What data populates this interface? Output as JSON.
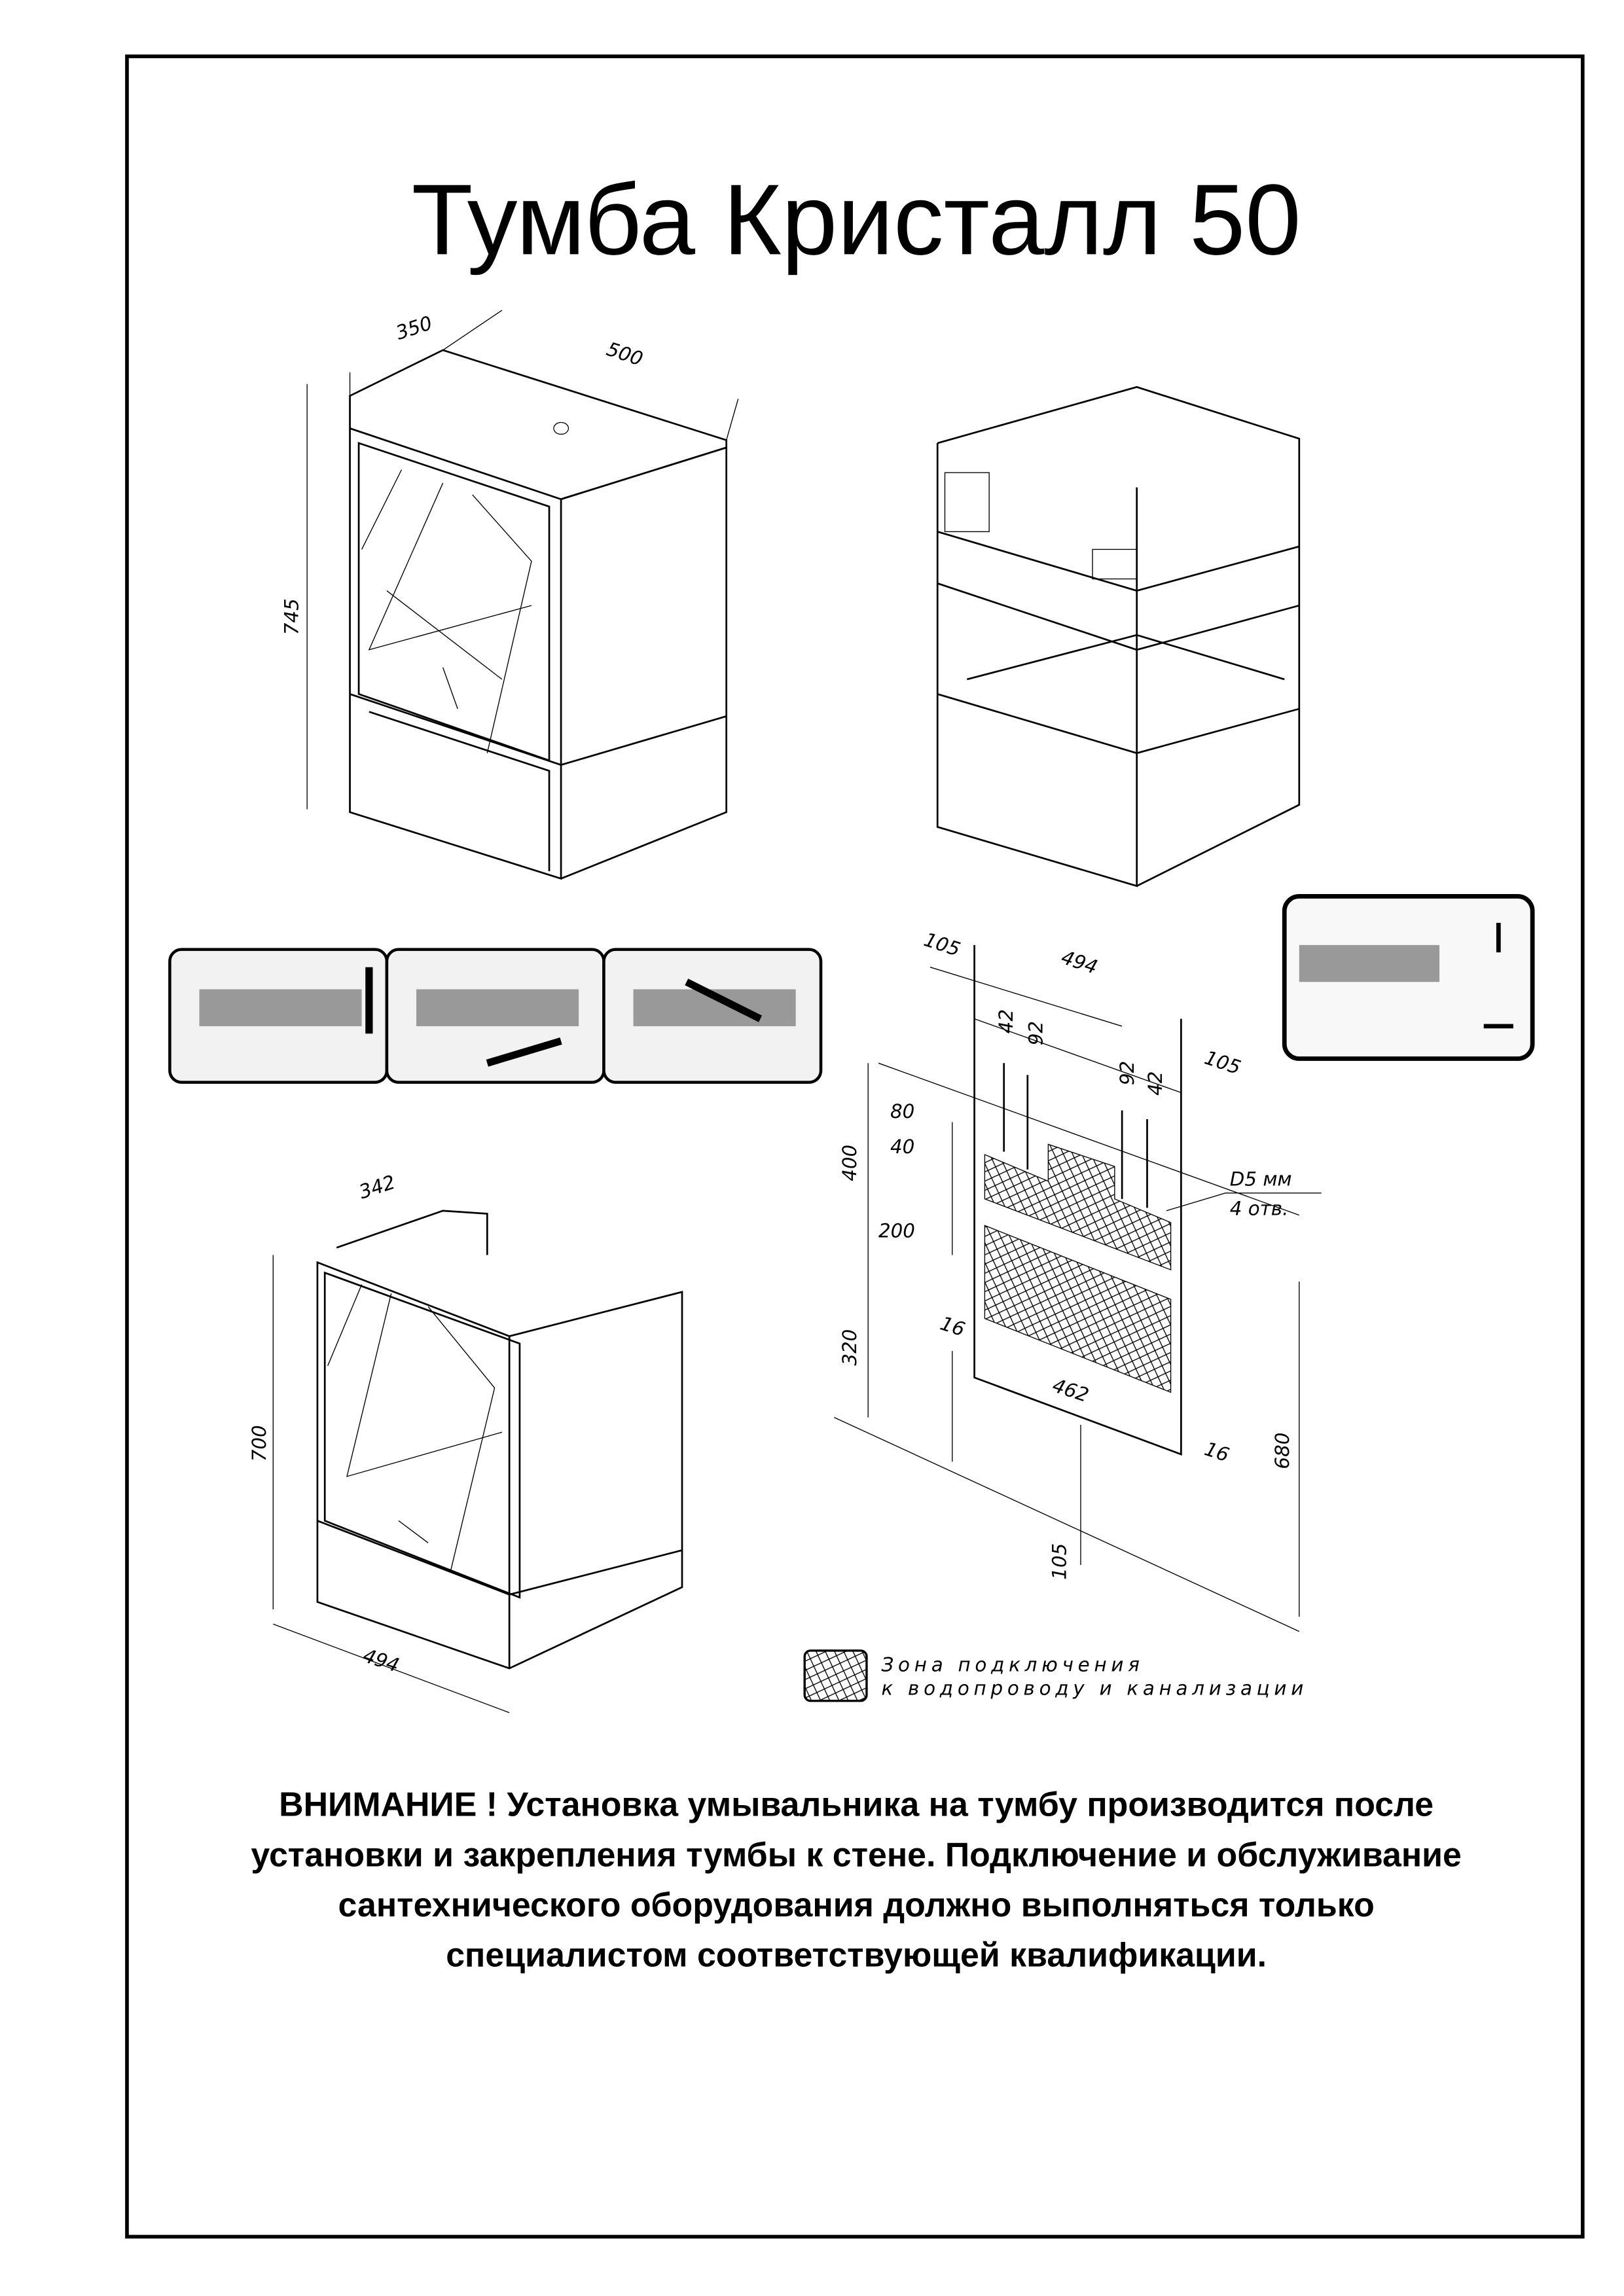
{
  "title": "Тумба Кристалл 50",
  "view1": {
    "depth": "350",
    "width": "500",
    "height": "745"
  },
  "view3": {
    "depth": "342",
    "height": "700",
    "width": "494"
  },
  "scheme": {
    "d105_left": "105",
    "d494": "494",
    "d105_right": "105",
    "d42_a": "42",
    "d92_a": "92",
    "d92_b": "92",
    "d42_b": "42",
    "d80": "80",
    "d40": "40",
    "d400": "400",
    "d200": "200",
    "d320": "320",
    "d16_a": "16",
    "d462": "462",
    "d16_b": "16",
    "d680": "680",
    "d105_bottom": "105",
    "hole_line1": "D5  мм",
    "hole_line2": "4   отв."
  },
  "legend": {
    "line1": "Зона подключения",
    "line2": "к водопроводу и канализации"
  },
  "warning": [
    "ВНИМАНИЕ ! Установка умывальника на тумбу производится после",
    "установки и закрепления тумбы к стене. Подключение и обслуживание",
    "сантехнического оборудования должно выполняться только",
    "специалистом соответствующей квалификации."
  ]
}
